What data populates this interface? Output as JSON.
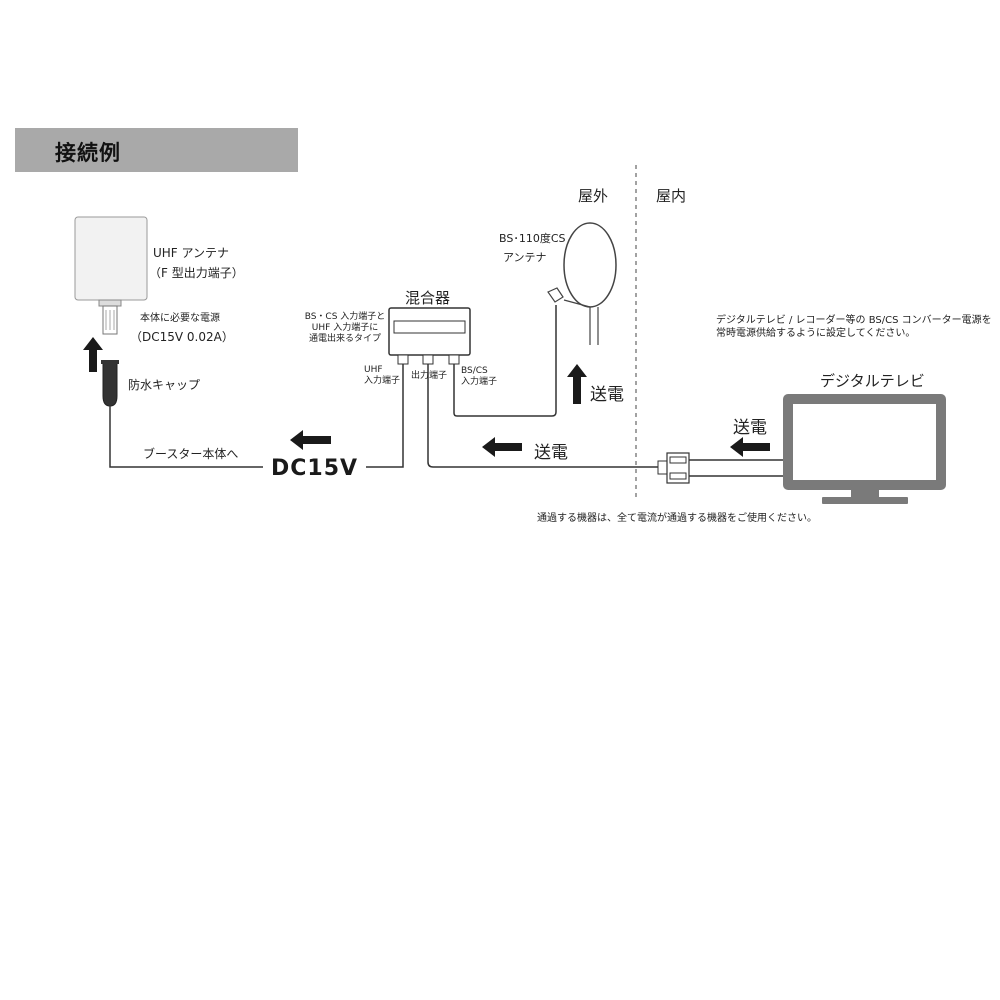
{
  "header": {
    "title": "接続例"
  },
  "zones": {
    "outdoor": "屋外",
    "indoor": "屋内"
  },
  "uhf_antenna": {
    "name": "UHF アンテナ",
    "connector": "（F 型出力端子）"
  },
  "power_requirement": {
    "line1": "本体に必要な電源",
    "line2": "（DC15V 0.02A）"
  },
  "waterproof_cap": "防水キャップ",
  "mixer": {
    "name": "混合器",
    "note": [
      "BS・CS 入力端子と",
      "UHF 入力端子に",
      "通電出来るタイプ"
    ],
    "port_uhf": [
      "UHF",
      "入力端子"
    ],
    "port_out": [
      "出力端子"
    ],
    "port_bscs": [
      "BS/CS",
      "入力端子"
    ]
  },
  "bs_antenna": {
    "line1": "BS･110度CS",
    "line2": "アンテナ"
  },
  "power_feed_label": "送電",
  "to_booster": "ブースター本体へ",
  "dc_label": "DC15V",
  "tv": {
    "name": "デジタルテレビ"
  },
  "tv_note": [
    "デジタルテレビ / レコーダー等の BS/CS コンバーター電源を",
    "常時電源供給するように設定してください。"
  ],
  "footer_note": "通過する機器は、全て電流が通過する機器をご使用ください。",
  "colors": {
    "header_bg": "#a9a9a9",
    "line": "#333333",
    "arrow": "#1a1a1a",
    "device_stroke": "#555555"
  }
}
